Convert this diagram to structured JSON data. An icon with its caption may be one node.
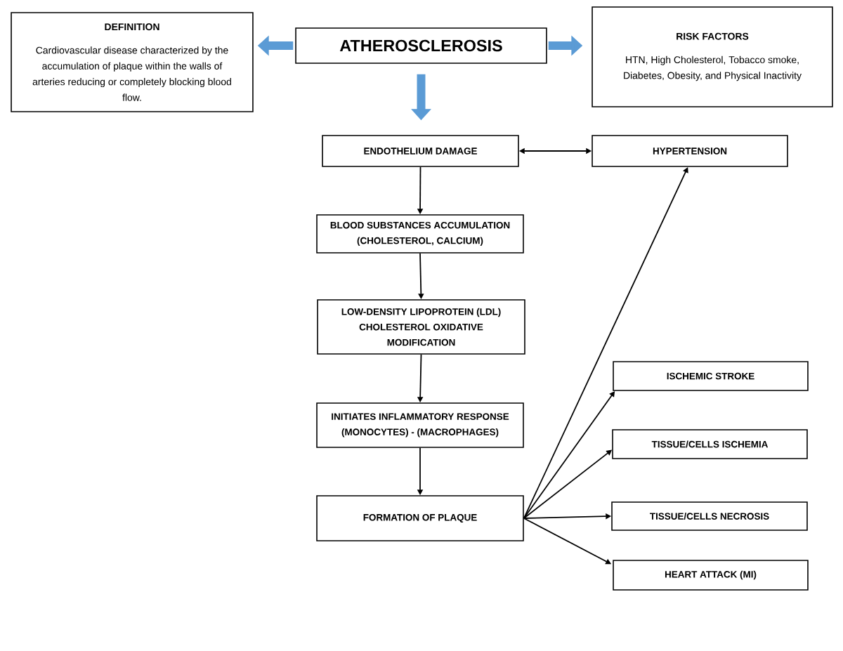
{
  "diagram": {
    "nodes": [
      {
        "text": [
          "DEFINITION",
          "Cardiovascular disease characterized by the accumulation of plaque within the walls of arteries reducing or completely blocking blood flow."
        ]
      },
      {
        "text": [
          "ATHEROSCLEROSIS"
        ]
      },
      {
        "text": [
          "RISK FACTORS",
          "HTN, High Cholesterol, Tobacco smoke, Diabetes, Obesity, and Physical Inactivity"
        ]
      },
      {
        "text": [
          "ENDOTHELIUM DAMAGE"
        ]
      },
      {
        "text": [
          "HYPERTENSION"
        ]
      },
      {
        "text": [
          "BLOOD SUBSTANCES ACCUMULATION (CHOLESTEROL, CALCIUM)"
        ]
      },
      {
        "text": [
          "LOW-DENSITY LIPOPROTEIN (LDL) CHOLESTEROL OXIDATIVE MODIFICATION"
        ]
      },
      {
        "text": [
          "INITIATES INFLAMMATORY RESPONSE (MONOCYTES) - (MACROPHAGES)"
        ]
      },
      {
        "text": [
          "FORMATION OF PLAQUE"
        ]
      },
      {
        "text": [
          "ISCHEMIC STROKE"
        ]
      },
      {
        "text": [
          "TISSUE/CELLS ISCHEMIA"
        ]
      },
      {
        "text": [
          "TISSUE/CELLS NECROSIS"
        ]
      },
      {
        "text": [
          "HEART ATTACK (MI)"
        ]
      }
    ],
    "edges": [
      {
        "from": 1,
        "to": 0,
        "arrow": "to",
        "style": "thick",
        "color": "#5b9bd5"
      },
      {
        "from": 1,
        "to": 2,
        "arrow": "to",
        "style": "thick",
        "color": "#5b9bd5"
      },
      {
        "from": 1,
        "to": 3,
        "arrow": "to",
        "style": "thick",
        "color": "#5b9bd5"
      },
      {
        "from": 3,
        "to": 4,
        "arrow": "both"
      },
      {
        "from": 3,
        "to": 5,
        "arrow": "to"
      },
      {
        "from": 5,
        "to": 6,
        "arrow": "to"
      },
      {
        "from": 6,
        "to": 7,
        "arrow": "to"
      },
      {
        "from": 7,
        "to": 8,
        "arrow": "to"
      },
      {
        "from": 8,
        "to": 4,
        "arrow": "to"
      },
      {
        "from": 8,
        "to": 9,
        "arrow": "to"
      },
      {
        "from": 8,
        "to": 10,
        "arrow": "to"
      },
      {
        "from": 8,
        "to": 11,
        "arrow": "to"
      },
      {
        "from": 8,
        "to": 12,
        "arrow": "to"
      }
    ]
  }
}
